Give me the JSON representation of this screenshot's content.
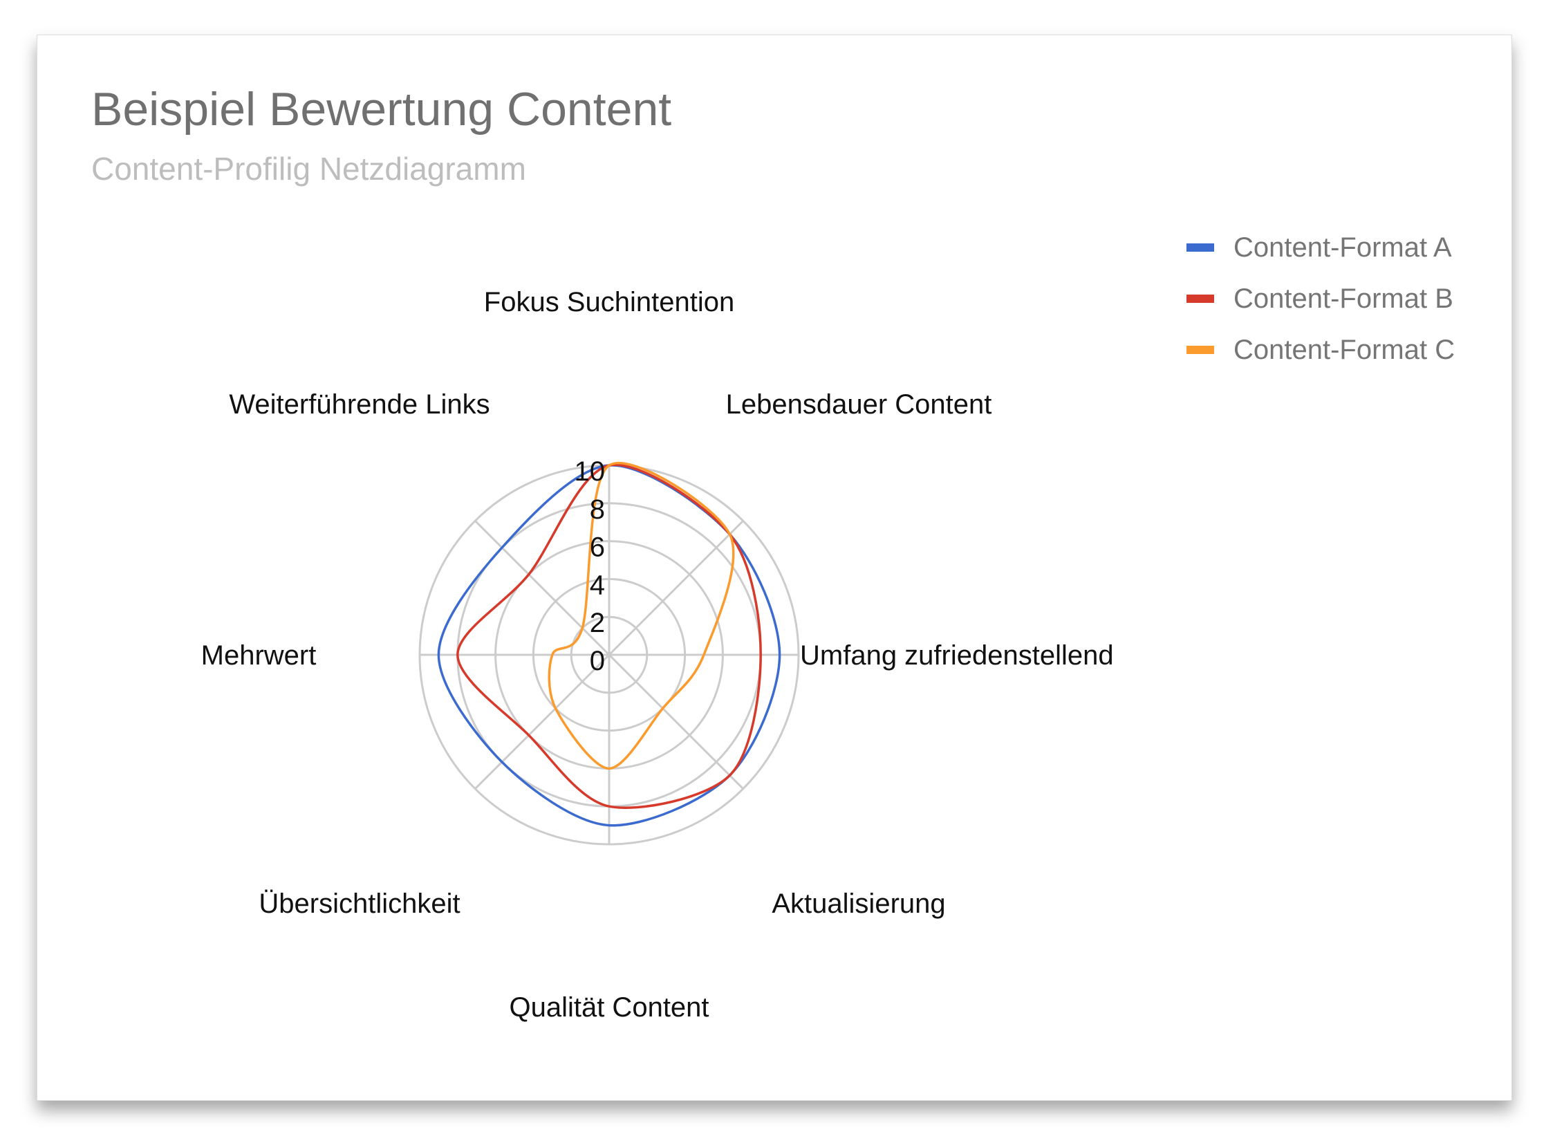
{
  "chart_data": {
    "type": "radar",
    "title": "Beispiel Bewertung Content",
    "subtitle": "Content-Profilig Netzdiagramm",
    "categories": [
      "Fokus Suchintention",
      "Lebensdauer Content",
      "Umfang zufriedenstellend",
      "Aktualisierung",
      "Qualität Content",
      "Übersichtlichkeit",
      "Mehrwert",
      "Weiterführende Links"
    ],
    "series": [
      {
        "name": "Content-Format A",
        "color": "#3c6bd0",
        "values": [
          10,
          9,
          9,
          9,
          9,
          8,
          9,
          8
        ]
      },
      {
        "name": "Content-Format B",
        "color": "#d63a2b",
        "values": [
          10,
          9,
          8,
          9,
          8,
          6,
          8,
          6
        ]
      },
      {
        "name": "Content-Format C",
        "color": "#fb9a2d",
        "values": [
          10,
          9,
          5,
          4,
          6,
          4,
          3,
          2
        ]
      }
    ],
    "rlim": [
      0,
      10
    ],
    "ticks": [
      "0",
      "2",
      "4",
      "6",
      "8",
      "10"
    ],
    "grid": true,
    "legend_position": "top-right",
    "smooth": true
  }
}
